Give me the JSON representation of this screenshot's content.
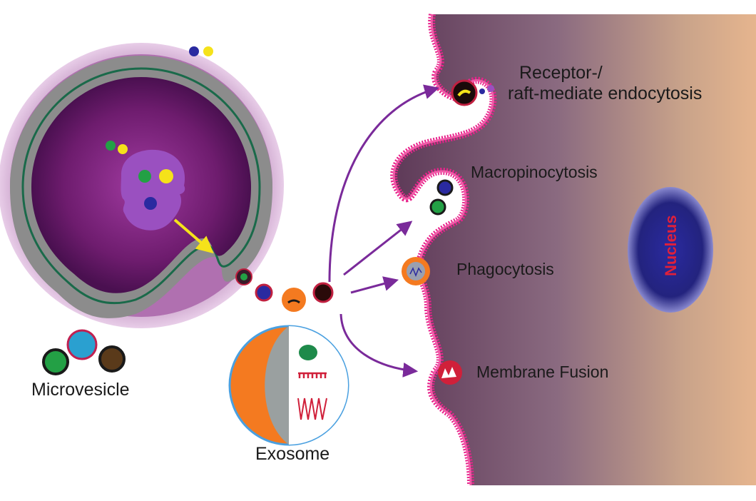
{
  "labels": {
    "receptor_line1": "Receptor-/",
    "receptor_line2": "raft-mediate endocytosis",
    "macropinocytosis": "Macropinocytosis",
    "phagocytosis": "Phagocytosis",
    "membrane_fusion": "Membrane Fusion",
    "microvesicle": "Microvesicle",
    "exosome": "Exosome",
    "nucleus": "Nucleus"
  },
  "colors": {
    "membrane": "#e8248c",
    "arrow_purple": "#7a2a9a",
    "arrow_yellow": "#f5e21a",
    "cell_body": "#7a1f7a",
    "exosome_orange": "#f47a20",
    "nucleus_blue": "#1e1e8a",
    "nucleus_text": "#e0203a"
  }
}
